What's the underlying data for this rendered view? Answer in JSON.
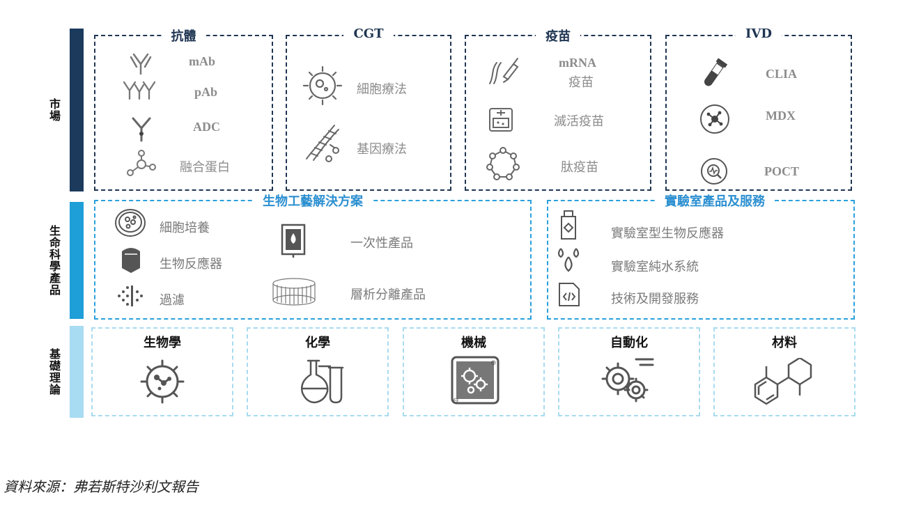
{
  "rows": {
    "market": {
      "label": "市場",
      "color": "#1b3a5c"
    },
    "life_science": {
      "label": "生命科學產品",
      "color": "#1e9fd8"
    },
    "foundation": {
      "label": "基礎理論",
      "color": "#a8dcf2"
    }
  },
  "market": {
    "antibody": {
      "title": "抗體",
      "items": [
        "mAb",
        "pAb",
        "ADC",
        "融合蛋白"
      ]
    },
    "cgt": {
      "title": "CGT",
      "items": [
        "細胞療法",
        "基因療法"
      ]
    },
    "vaccine": {
      "title": "疫苗",
      "items": [
        "mRNA",
        "疫苗",
        "滅活疫苗",
        "肽疫苗"
      ]
    },
    "ivd": {
      "title": "IVD",
      "items": [
        "CLIA",
        "MDX",
        "POCT"
      ]
    }
  },
  "life": {
    "bioprocess": {
      "title": "生物工藝解決方案",
      "items": [
        "細胞培養",
        "生物反應器",
        "過濾",
        "一次性產品",
        "層析分離產品"
      ]
    },
    "lab": {
      "title": "實驗室產品及服務",
      "items": [
        "實驗室型生物反應器",
        "實驗室純水系統",
        "技術及開發服務"
      ]
    }
  },
  "foundation": {
    "items": [
      "生物學",
      "化學",
      "機械",
      "自動化",
      "材料"
    ]
  },
  "source": "資料來源：弗若斯特沙利文報告",
  "icons": [
    "antibody-icon",
    "polyclonal-antibody-icon",
    "adc-icon",
    "fusion-protein-icon",
    "cell-icon",
    "dna-icon",
    "syringe-icon",
    "incubator-icon",
    "peptide-ring-icon",
    "test-tube-icon",
    "molecule-circle-icon",
    "search-wave-icon",
    "petri-dish-icon",
    "bioreactor-icon",
    "filter-icon",
    "single-use-bag-icon",
    "column-icon",
    "lab-bottle-icon",
    "water-drops-icon",
    "code-doc-icon",
    "biology-icon",
    "flask-icon",
    "gears-panel-icon",
    "automation-gears-icon",
    "hexagon-ring-icon"
  ]
}
